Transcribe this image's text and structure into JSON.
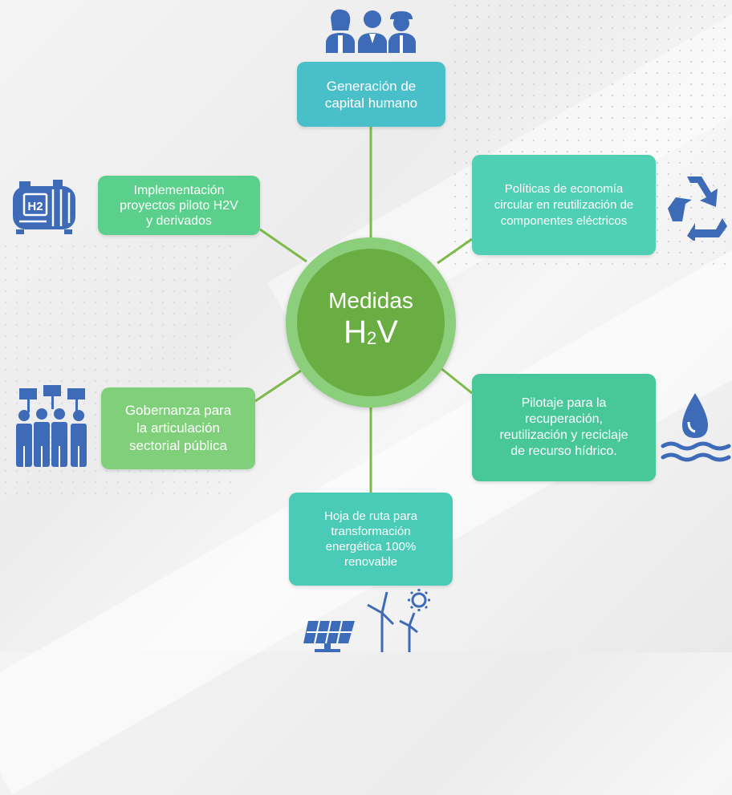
{
  "center": {
    "line1": "Medidas",
    "line2_main": "H",
    "line2_sub": "2",
    "line2_end": "V"
  },
  "nodes": {
    "top": "Generación de\ncapital humano",
    "top_left": "Implementación\nproyectos piloto H2V\ny derivados",
    "top_right": "Políticas de economía\ncircular en reutilización de\ncomponentes eléctricos",
    "bottom_left": "Gobernanza para\nla articulación\nsectorial pública",
    "bottom_right": "Pilotaje para la\nrecuperación,\nreutilización y reciclaje\nde recurso hídrico.",
    "bottom": "Hoja de ruta para\ntransformación\nenergética 100%\nrenovable"
  },
  "icons": {
    "top": "people-workers-icon",
    "top_left": "hydrogen-tank-icon",
    "top_right": "recycle-icon",
    "bottom_left": "protest-crowd-icon",
    "bottom_right": "water-drop-icon",
    "bottom": "solar-wind-icon",
    "hydrogen_label": "H2"
  },
  "colors": {
    "teal": "#49bfc9",
    "teal_green": "#4fcfb4",
    "green_light": "#80cf7a",
    "mid_green": "#6ec996",
    "center_outer": "#8bcf7c",
    "center_inner": "#69ad43",
    "line": "#7cbb4a",
    "icon_blue": "#3d6bb8"
  }
}
